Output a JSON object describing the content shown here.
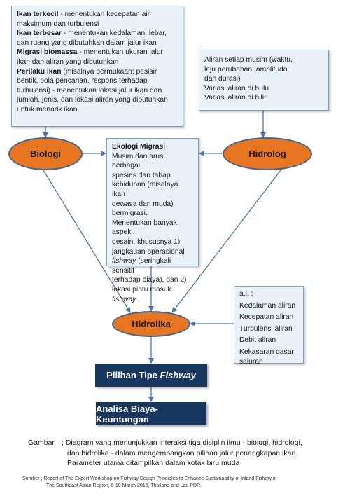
{
  "box_biologi": {
    "l1_bold": "Ikan terkecil",
    "l1_rest": " - menentukan kecepatan air",
    "l2": "maksimum dan turbulensi",
    "l3_bold": "Ikan terbesar",
    "l3_rest": " - menentukan kedalaman, lebar,",
    "l4": "dan ruang yang dibutuhkan dalam jalur ikan",
    "l5_bold": "Migrasi biomassa",
    "l5_rest": " - menentukan ukuran jalur",
    "l6": "ikan dan aliran yang dibutuhkan",
    "l7_bold": "Perilaku ikan",
    "l7_rest": " (misalnya permukaan: pesisir",
    "l8": "bentik, pola pencarian, respons terhadap",
    "l9": "turbulensi) - menentukan lokasi jalur ikan dan",
    "l10": "jumlah, jenis, dan lokasi aliran yang dibutuhkan",
    "l11": "untuk menarik ikan."
  },
  "box_hidrolog": {
    "l1": "Aliran setiap musim (waktu,",
    "l2": "laju perubahan, amplitudo",
    "l3": "dan durasi)",
    "l4": "Variasi aliran di hulu",
    "l5": "Variasi aliran di hilir"
  },
  "box_ekologi": {
    "title": "Ekologi Migrasi",
    "l1": "Musim dan arus berbagai",
    "l2": "spesies dan tahap",
    "l3": "kehidupan (misalnya ikan",
    "l4": "dewasa dan muda)",
    "l5": "bermigrasi.",
    "l6": "Menentukan banyak aspek",
    "l7": "desain, khususnya 1)",
    "l8": "jangkauan operasional",
    "l9_italic": "fishway",
    "l9_rest": " (seringkali sensitif",
    "l10": "terhadap biaya), dan 2)",
    "l11_start": "lokasi pintu masuk ",
    "l11_italic": "fishway"
  },
  "box_hidrolika": {
    "l1": "a.l. ;",
    "l2": "Kedalaman aliran",
    "l3": "Kecepatan aliran",
    "l4": "Turbulensi aliran",
    "l5": "Debit aliran",
    "l6": "Kekasaran dasar",
    "l7": "saluran"
  },
  "nodes": {
    "biologi": "Biologi",
    "hidrolog": "Hidrolog",
    "hidrolika": "Hidrolika"
  },
  "bars": {
    "pilihan_prefix": "Pilihan Tipe ",
    "pilihan_italic": "Fishway",
    "analisa": "Analisa Biaya-Keuntungan"
  },
  "caption": {
    "label": "Gambar",
    "l1": "; Diagram yang menunjukkan interaksi tiga disiplin ilmu - biologi, hidrologi,",
    "l2": "dan hidrolika - dalam mengembangkan pilihan jalur penangkapan ikan.",
    "l3": "Parameter utama ditampilkan dalam kotak biru muda"
  },
  "source": {
    "l1": "Sumber ; Report of The Expert Workshop on Fishway Design Principles to Enhance Sustainability of Inland Fishery in",
    "l2": "The Southeast Asian Region, 6-10 March 2016, Thailand and Lao PDR."
  },
  "colors": {
    "box_fill": "#e9f1f9",
    "box_border": "#7f9fbf",
    "oval_fill": "#e8751f",
    "oval_border": "#3f6796",
    "bar_fill": "#17375e",
    "arrow": "#4a76ad"
  }
}
